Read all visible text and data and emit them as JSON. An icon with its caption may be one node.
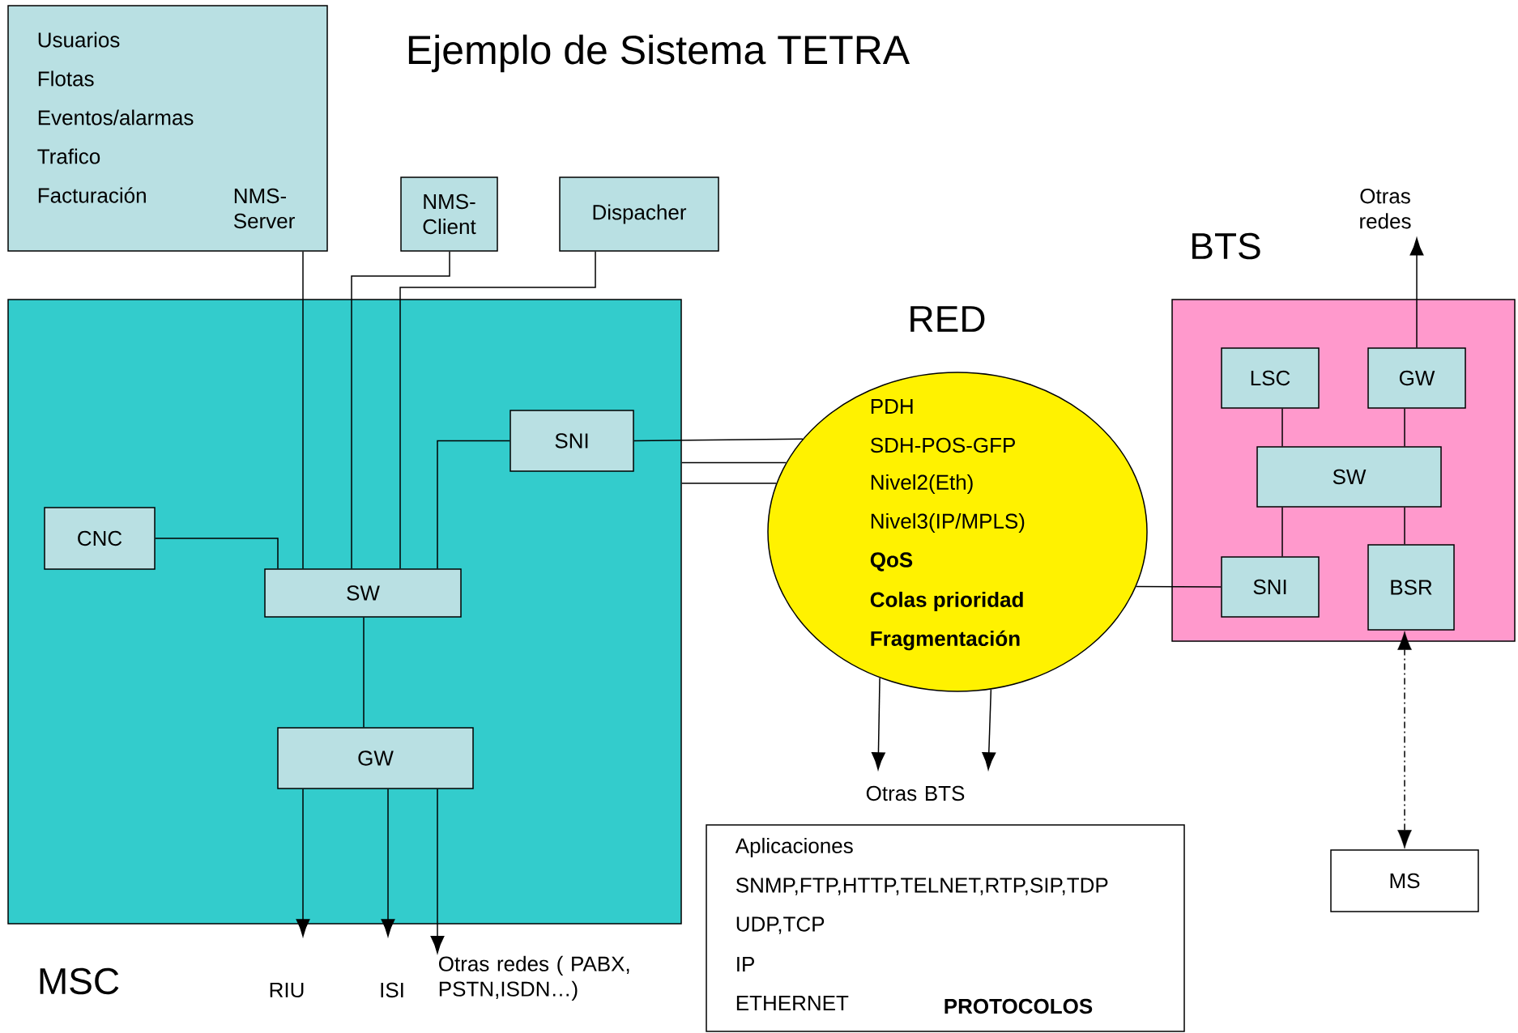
{
  "diagram": {
    "title": "Ejemplo de Sistema TETRA",
    "nodes": [
      {
        "text": [
          "Usuarios",
          "Flotas",
          "Eventos/alarmas",
          "Trafico",
          "Facturación",
          "NMS-Server"
        ]
      },
      {
        "text": [
          "NMS-Client"
        ]
      },
      {
        "text": [
          "Dispacher"
        ]
      },
      {
        "text": [
          "MSC"
        ]
      },
      {
        "text": [
          "SNI"
        ],
        "in": 3
      },
      {
        "text": [
          "CNC"
        ],
        "in": 3
      },
      {
        "text": [
          "SW"
        ],
        "in": 3
      },
      {
        "text": [
          "GW"
        ],
        "in": 3
      },
      {
        "text": [
          "RED",
          "PDH",
          "SDH-POS-GFP",
          "Nivel2(Eth)",
          "Nivel3(IP/MPLS)",
          "QoS",
          "Colas prioridad",
          "Fragmentación"
        ]
      },
      {
        "text": [
          "BTS"
        ]
      },
      {
        "text": [
          "LSC"
        ],
        "in": 9
      },
      {
        "text": [
          "GW"
        ],
        "in": 9
      },
      {
        "text": [
          "SW"
        ],
        "in": 9
      },
      {
        "text": [
          "SNI"
        ],
        "in": 9
      },
      {
        "text": [
          "BSR"
        ],
        "in": 9
      },
      {
        "text": [
          "MS"
        ]
      },
      {
        "text": [
          "Aplicaciones",
          "SNMP,FTP,HTTP,TELNET,RTP,SIP,TDP",
          "UDP,TCP",
          "IP",
          "ETHERNET",
          "PROTOCOLOS"
        ]
      },
      {
        "text": [
          "RIU"
        ]
      },
      {
        "text": [
          "ISI"
        ]
      },
      {
        "text": [
          "Otras redes ( PABX, PSTN,ISDN…)"
        ]
      },
      {
        "text": [
          "Otras BTS"
        ]
      },
      {
        "text": [
          "Otras redes"
        ]
      }
    ],
    "edges": [
      {
        "from": 0,
        "to": 6,
        "arrow": "none"
      },
      {
        "from": 1,
        "to": 6,
        "arrow": "none"
      },
      {
        "from": 2,
        "to": 6,
        "arrow": "none"
      },
      {
        "from": 4,
        "to": 6,
        "arrow": "none"
      },
      {
        "from": 5,
        "to": 6,
        "arrow": "none"
      },
      {
        "from": 6,
        "to": 7,
        "arrow": "none"
      },
      {
        "from": 7,
        "to": 17,
        "arrow": "to"
      },
      {
        "from": 7,
        "to": 18,
        "arrow": "to"
      },
      {
        "from": 7,
        "to": 19,
        "arrow": "to"
      },
      {
        "from": 4,
        "to": 8,
        "arrow": "none"
      },
      {
        "from": 3,
        "to": 8,
        "arrow": "none"
      },
      {
        "from": 3,
        "to": 8,
        "arrow": "none"
      },
      {
        "from": 8,
        "to": 20,
        "arrow": "to"
      },
      {
        "from": 8,
        "to": 20,
        "arrow": "to"
      },
      {
        "from": 8,
        "to": 13,
        "arrow": "none"
      },
      {
        "from": 10,
        "to": 12,
        "arrow": "none"
      },
      {
        "from": 11,
        "to": 12,
        "arrow": "none"
      },
      {
        "from": 12,
        "to": 13,
        "arrow": "none"
      },
      {
        "from": 12,
        "to": 14,
        "arrow": "none"
      },
      {
        "from": 11,
        "to": 21,
        "arrow": "to"
      },
      {
        "from": 15,
        "to": 14,
        "arrow": "both",
        "style": "dashed"
      }
    ]
  }
}
